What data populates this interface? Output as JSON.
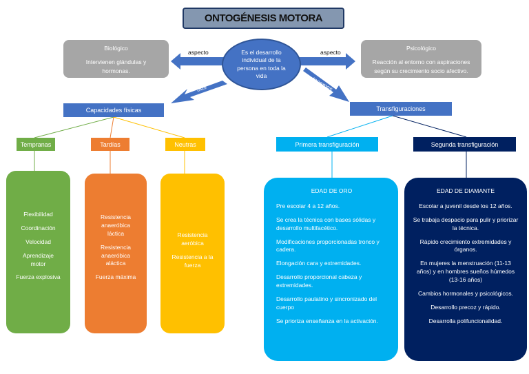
{
  "title": "ONTOGÉNESIS MOTORA",
  "center": "Es el desarrollo individual de la persona en toda la vida",
  "left_box": {
    "title": "Biológico",
    "text": "Intervienen glándulas y hormonas."
  },
  "right_box": {
    "title": "Psicológico",
    "text": "Reacción al entorno con aspiraciones según su crecimiento socio afectivo."
  },
  "arrows": {
    "left_label": "aspecto",
    "right_label": "aspecto",
    "down_left": "Sus",
    "down_right": "tenemos"
  },
  "capacidades": {
    "title": "Capacidades físicas",
    "categories": [
      {
        "label": "Tempranas",
        "color": "#70ad47",
        "items": [
          "Flexibilidad",
          "Coordinación",
          "Velocidad",
          "Aprendizaje motor",
          "Fuerza explosiva"
        ]
      },
      {
        "label": "Tardías",
        "color": "#ed7d31",
        "items": [
          "Resistencia anaeróbica láctica",
          "Resistencia anaeróbica aláctica",
          "Fuerza máxima"
        ]
      },
      {
        "label": "Neutras",
        "color": "#ffc000",
        "items": [
          "Resistencia aeróbica",
          "Resistencia a la fuerza"
        ]
      }
    ]
  },
  "transfiguraciones": {
    "title": "Transfiguraciones",
    "primera": {
      "label": "Primera transfiguración",
      "color": "#00b0f0",
      "heading": "EDAD DE ORO",
      "items": [
        "Pre escolar 4 a 12 años.",
        "Se crea la técnica con bases sólidas y desarrollo multifacético.",
        "Modificaciones proporcionadas tronco y cadera.",
        "Elongación cara y extremidades.",
        "Desarrollo proporcional cabeza y extremidades.",
        "Desarrollo paulatino y sincronizado del cuerpo",
        "Se prioriza enseñanza en la activación."
      ]
    },
    "segunda": {
      "label": "Segunda transfiguración",
      "color": "#002060",
      "heading": "EDAD DE DIAMANTE",
      "items": [
        "Escolar a juvenil desde los 12 años.",
        "Se trabaja despacio para pulir y priorizar la técnica.",
        "Rápido crecimiento extremidades y órganos.",
        "En mujeres la menstruación (11-13 años) y en hombres sueños húmedos (13-16 años)",
        "Cambios hormonales y psicológicos.",
        "Desarrollo precoz y rápido.",
        "Desarrolla polifuncionalidad."
      ]
    }
  }
}
